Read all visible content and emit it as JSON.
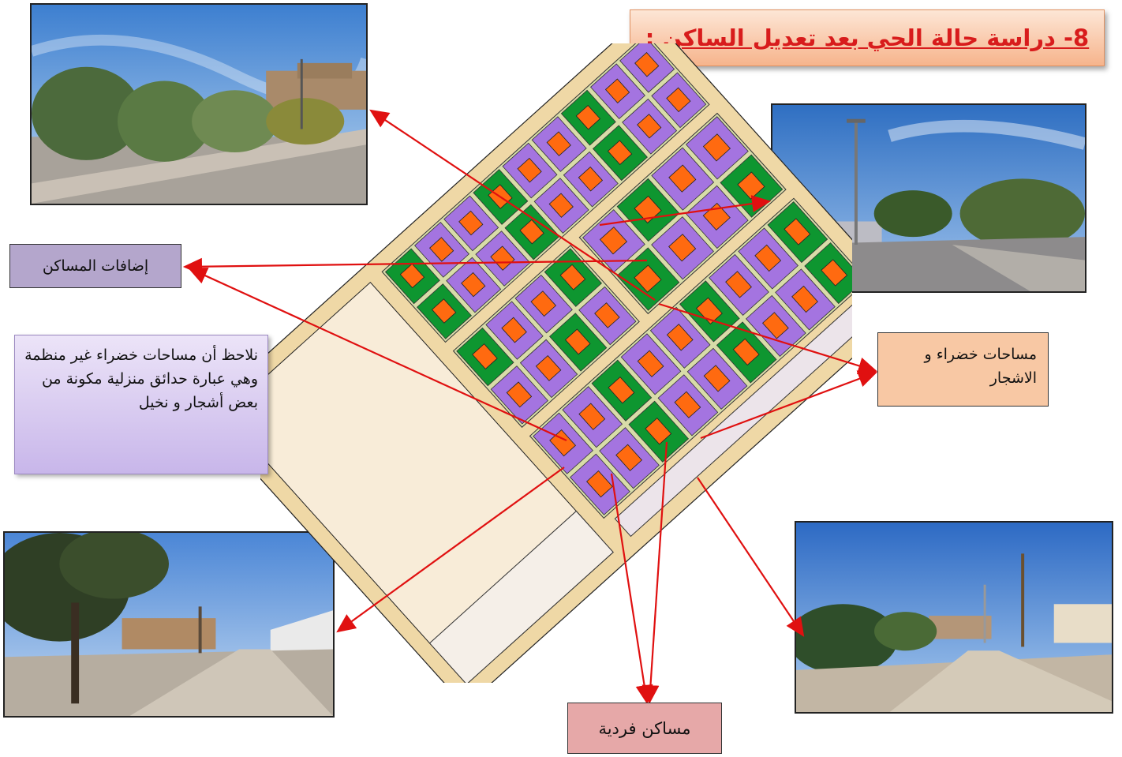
{
  "title": "8- دراسة حالة الحي بعد تعديل الساكن :",
  "labels": {
    "additions": "إضافات المساكن",
    "note": "نلاحظ أن مساحات خضراء غير منظمة وهي عبارة حدائق منزلية مكونة من بعض أشجار و نخيل",
    "green": "مساحات خضراء و الاشجار",
    "houses": "مساكن فردية"
  },
  "colors": {
    "title_text": "#d81c1c",
    "arrow": "#e01010",
    "additions_box": "#b4a6cc",
    "note_box": "#d8ccf0",
    "green_box": "#f8c8a4",
    "houses_box": "#e6a8a8",
    "road": "#efd8a6",
    "building": "#ff6a10",
    "parcel": "#a474e0",
    "green_space": "#0e9630",
    "open_land": "#f8ecd8",
    "plot": "#d8dca8"
  },
  "photos": [
    {
      "name": "photo-olive-trees-street"
    },
    {
      "name": "photo-street-lamp-road"
    },
    {
      "name": "photo-pine-trees-road"
    },
    {
      "name": "photo-palm-trees-street"
    }
  ]
}
